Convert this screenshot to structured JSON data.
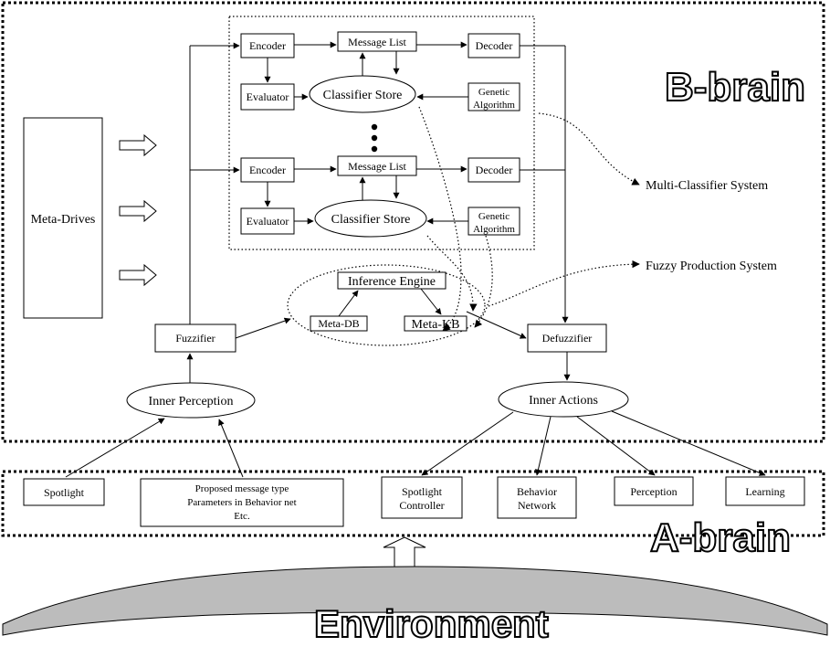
{
  "regions": {
    "b_brain": "B-brain",
    "a_brain": "A-brain",
    "environment": "Environment"
  },
  "labels": {
    "encoder": "Encoder",
    "message_list": "Message List",
    "decoder": "Decoder",
    "evaluator": "Evaluator",
    "classifier_store": "Classifier Store",
    "genetic": "Genetic",
    "algorithm": "Algorithm",
    "meta_drives": "Meta-Drives",
    "inference_engine": "Inference Engine",
    "meta_db": "Meta-DB",
    "meta_kb": "Meta-KB",
    "fuzzifier": "Fuzzifier",
    "defuzzifier": "Defuzzifier",
    "inner_perception": "Inner Perception",
    "inner_actions": "Inner Actions",
    "multi_classifier": "Multi-Classifier System",
    "fuzzy_production": "Fuzzy Production System"
  },
  "a_brain_items": {
    "spotlight": "Spotlight",
    "proposed_line1": "Proposed message type",
    "proposed_line2": "Parameters in Behavior net",
    "proposed_line3": "Etc.",
    "spotlight_controller_line1": "Spotlight",
    "spotlight_controller_line2": "Controller",
    "behavior_network_line1": "Behavior",
    "behavior_network_line2": "Network",
    "perception": "Perception",
    "learning": "Learning"
  }
}
